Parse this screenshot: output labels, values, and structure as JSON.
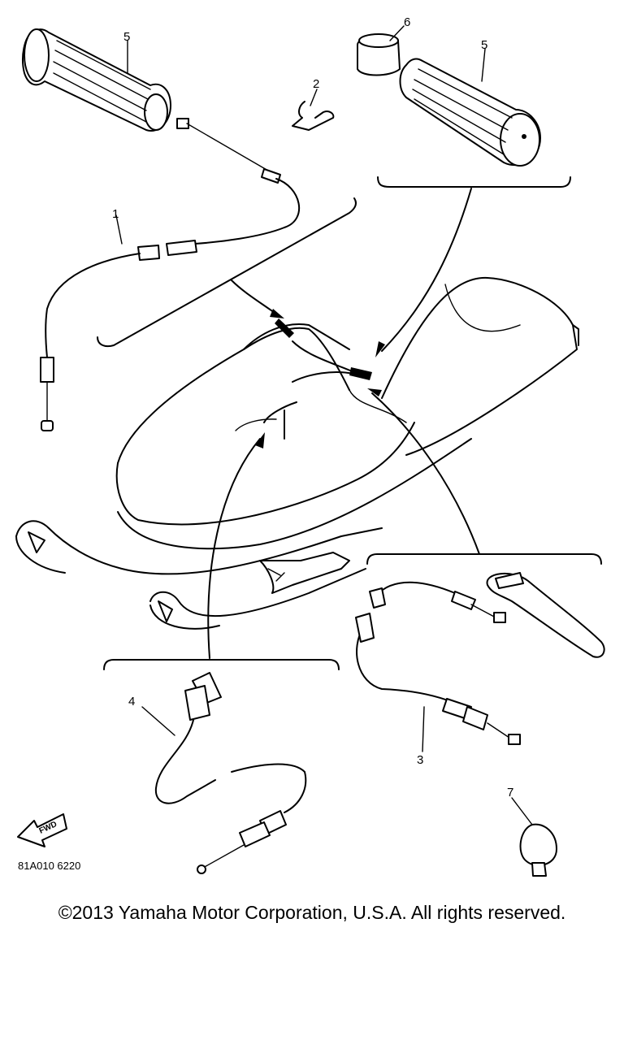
{
  "diagram": {
    "callouts": {
      "c1": "1",
      "c2": "2",
      "c3": "3",
      "c4": "4",
      "c5_left": "5",
      "c5_right": "5",
      "c6": "6",
      "c7": "7"
    },
    "fwd_label": "FWD",
    "drawing_code": "81A010 6220"
  },
  "footer": {
    "copyright": "©2013 Yamaha Motor Corporation, U.S.A. All rights reserved."
  }
}
